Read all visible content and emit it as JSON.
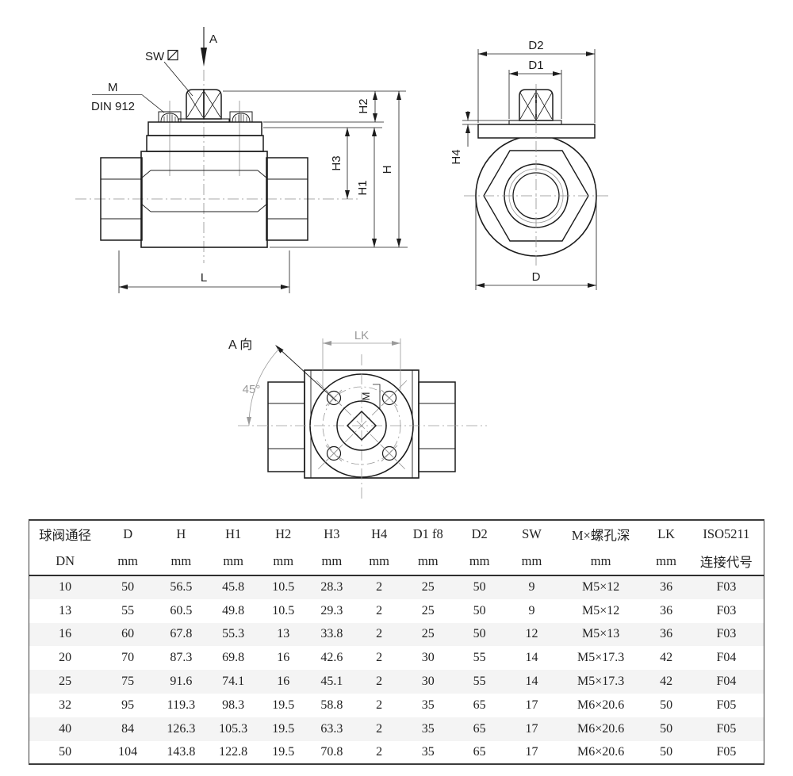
{
  "drawing": {
    "front_view": {
      "view_arrow": "A",
      "sw_label": "SW",
      "m_label": "M",
      "din_label": "DIN 912",
      "dims": {
        "h2": "H2",
        "h3": "H3",
        "h1": "H1",
        "h": "H",
        "l": "L"
      }
    },
    "side_view": {
      "dims": {
        "d2": "D2",
        "d1": "D1",
        "h4": "H4",
        "d": "D"
      }
    },
    "top_view": {
      "view_label": "A 向",
      "angle_label": "45°",
      "dims": {
        "lk": "LK",
        "m": "M"
      }
    }
  },
  "table": {
    "header_row1": [
      "球阀通径",
      "D",
      "H",
      "H1",
      "H2",
      "H3",
      "H4",
      "D1 f8",
      "D2",
      "SW",
      "M×螺孔深",
      "LK",
      "ISO5211"
    ],
    "header_row2": [
      "DN",
      "mm",
      "mm",
      "mm",
      "mm",
      "mm",
      "mm",
      "mm",
      "mm",
      "mm",
      "mm",
      "mm",
      "连接代号"
    ],
    "rows": [
      [
        "10",
        "50",
        "56.5",
        "45.8",
        "10.5",
        "28.3",
        "2",
        "25",
        "50",
        "9",
        "M5×12",
        "36",
        "F03"
      ],
      [
        "13",
        "55",
        "60.5",
        "49.8",
        "10.5",
        "29.3",
        "2",
        "25",
        "50",
        "9",
        "M5×12",
        "36",
        "F03"
      ],
      [
        "16",
        "60",
        "67.8",
        "55.3",
        "13",
        "33.8",
        "2",
        "25",
        "50",
        "12",
        "M5×13",
        "36",
        "F03"
      ],
      [
        "20",
        "70",
        "87.3",
        "69.8",
        "16",
        "42.6",
        "2",
        "30",
        "55",
        "14",
        "M5×17.3",
        "42",
        "F04"
      ],
      [
        "25",
        "75",
        "91.6",
        "74.1",
        "16",
        "45.1",
        "2",
        "30",
        "55",
        "14",
        "M5×17.3",
        "42",
        "F04"
      ],
      [
        "32",
        "95",
        "119.3",
        "98.3",
        "19.5",
        "58.8",
        "2",
        "35",
        "65",
        "17",
        "M6×20.6",
        "50",
        "F05"
      ],
      [
        "40",
        "84",
        "126.3",
        "105.3",
        "19.5",
        "63.3",
        "2",
        "35",
        "65",
        "17",
        "M6×20.6",
        "50",
        "F05"
      ],
      [
        "50",
        "104",
        "143.8",
        "122.8",
        "19.5",
        "70.8",
        "2",
        "35",
        "65",
        "17",
        "M6×20.6",
        "50",
        "F05"
      ]
    ]
  },
  "colors": {
    "line": "#1c1c1c",
    "aux_line": "#9a9a9a",
    "row_stripe": "#f4f4f4",
    "table_border": "#3c3c3c"
  }
}
